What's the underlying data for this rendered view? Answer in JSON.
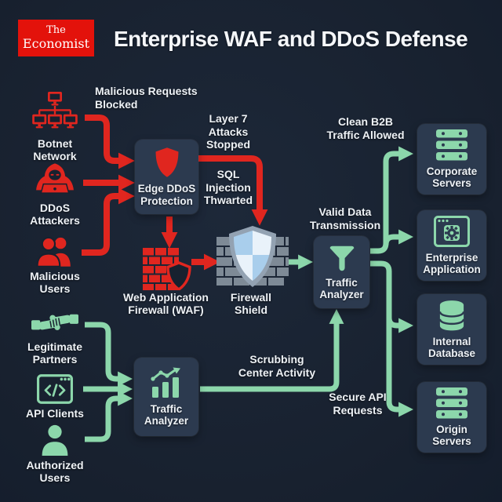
{
  "colors": {
    "bg": "#18212f",
    "panel": "#2c3a4f",
    "red": "#e0261f",
    "logo-red": "#e3120b",
    "green": "#8cd7ab",
    "text": "#eef2f6",
    "shield-silver": "#93a2b2",
    "shield-blue": "#a9ceec",
    "shield-white": "#e9f2fa",
    "brick-gray": "#7e8a96"
  },
  "header": {
    "logo_line1": "The",
    "logo_line2": "Economist",
    "title": "Enterprise WAF and DDoS Defense"
  },
  "nodes": {
    "botnet": {
      "label": "Botnet\nNetwork",
      "icon": "botnet-network-icon"
    },
    "ddos_attackers": {
      "label": "DDoS\nAttackers",
      "icon": "hooded-hacker-icon"
    },
    "malicious_users": {
      "label": "Malicious\nUsers",
      "icon": "user-group-icon"
    },
    "legitimate_partners": {
      "label": "Legitimate\nPartners",
      "icon": "handshake-icon"
    },
    "api_clients": {
      "label": "API Clients",
      "icon": "code-window-icon"
    },
    "authorized_users": {
      "label": "Authorized\nUsers",
      "icon": "user-icon"
    },
    "edge_ddos": {
      "label": "Edge DDoS\nProtection",
      "icon": "red-shield-icon"
    },
    "waf": {
      "label": "Web Application\nFirewall (WAF)",
      "icon": "brick-wall-shield-icon"
    },
    "firewall_shield": {
      "label": "Firewall\nShield",
      "icon": "shield-wall-icon"
    },
    "traffic_analyzer_mid": {
      "label": "Traffic\nAnalyzer",
      "icon": "funnel-icon"
    },
    "traffic_analyzer_bottom": {
      "label": "Traffic\nAnalyzer",
      "icon": "bar-chart-icon"
    },
    "corporate_servers": {
      "label": "Corporate\nServers",
      "icon": "server-stack-icon"
    },
    "enterprise_application": {
      "label": "Enterprise\nApplication",
      "icon": "gear-window-icon"
    },
    "internal_database": {
      "label": "Internal\nDatabase",
      "icon": "database-icon"
    },
    "origin_servers": {
      "label": "Origin\nServers",
      "icon": "server-stack-icon"
    }
  },
  "flow_labels": {
    "malicious_requests": "Malicious Requests\nBlocked",
    "layer7": "Layer 7\nAttacks\nStopped",
    "sql_injection": "SQL\nInjection\nThwarted",
    "valid_data": "Valid Data\nTransmission",
    "clean_b2b": "Clean B2B\nTraffic Allowed",
    "scrubbing": "Scrubbing\nCenter Activity",
    "secure_api": "Secure API\nRequests"
  }
}
